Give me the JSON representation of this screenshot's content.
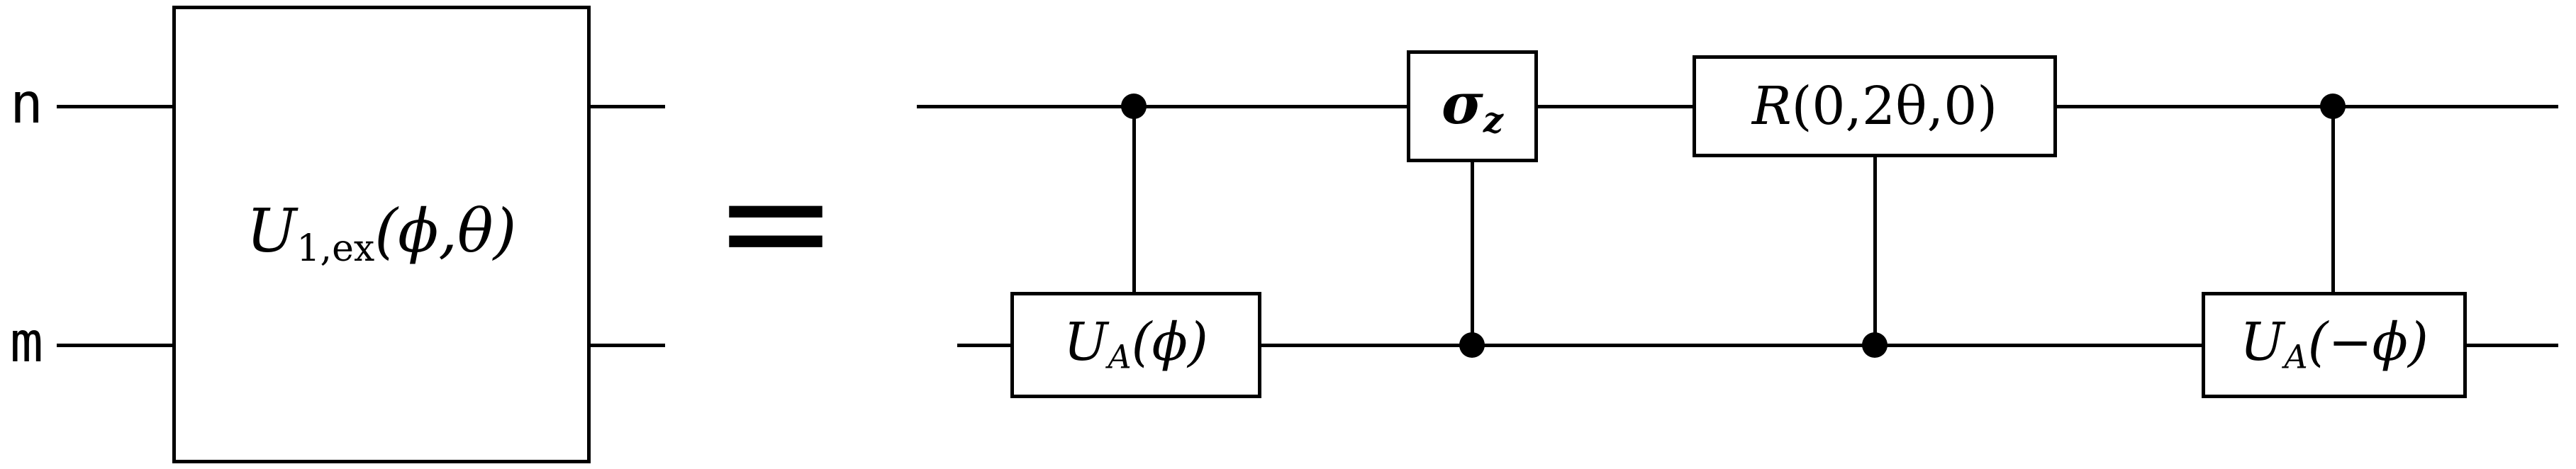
{
  "diagram": {
    "background_color": "#ffffff",
    "line_color": "#000000",
    "qubit_labels": {
      "top": "n",
      "bottom": "m"
    },
    "equals_sign": "=",
    "lhs_gate": {
      "base": "U",
      "subscript": "1,ex",
      "args": "(ϕ,θ)"
    },
    "gates": {
      "ua_phi": {
        "base": "U",
        "subscript": "A",
        "args": "(ϕ)"
      },
      "sigma_z": {
        "base": "σ",
        "subscript": "z"
      },
      "rotation": {
        "base": "R",
        "args": "(0,2θ,0)"
      },
      "ua_minus_phi": {
        "base": "U",
        "subscript": "A",
        "args": "(−ϕ)"
      }
    }
  }
}
